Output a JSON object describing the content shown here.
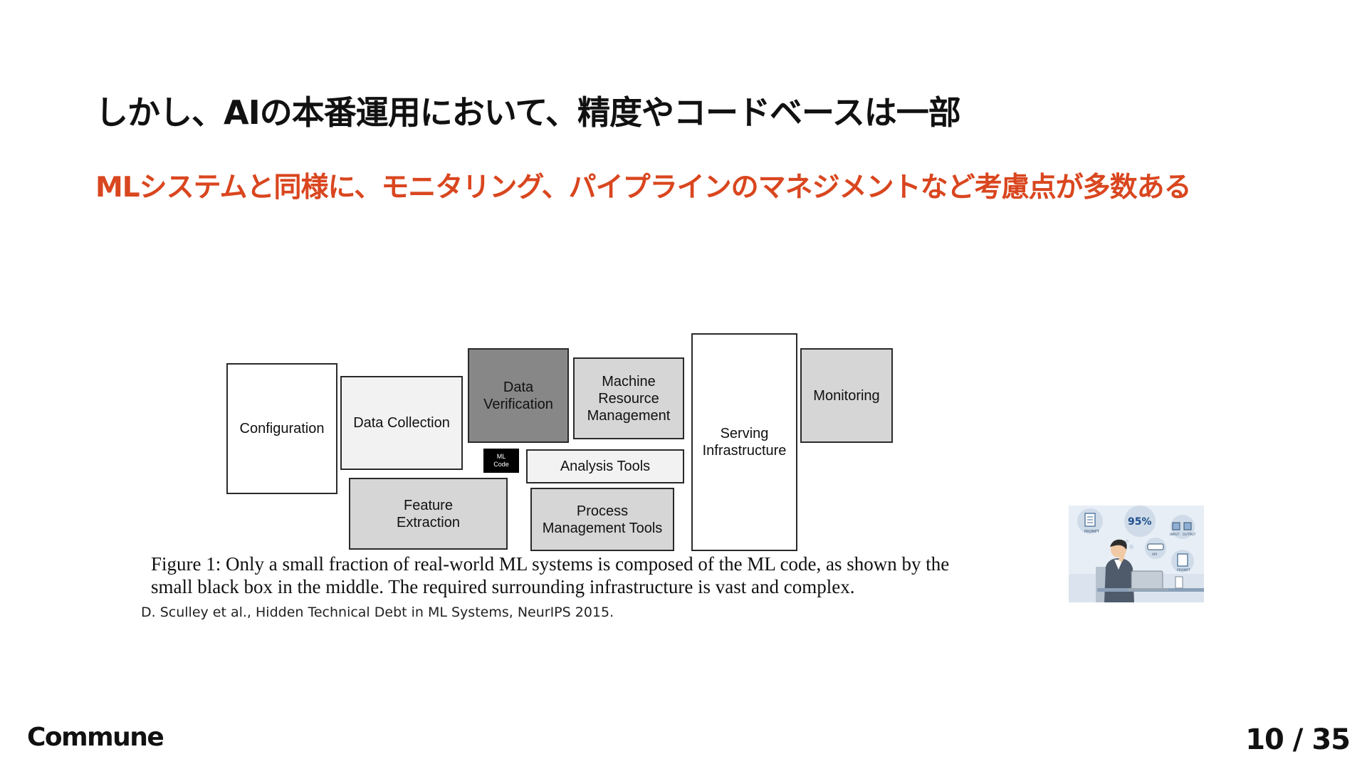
{
  "slide": {
    "title": "しかし、AIの本番運用において、精度やコードベースは一部",
    "subtitle": "MLシステムと同様に、モニタリング、パイプラインのマネジメントなど考慮点が多数ある",
    "subtitle_color": "#d9461f"
  },
  "figure": {
    "boxes": {
      "configuration": "Configuration",
      "data_collection": "Data Collection",
      "data_verification": "Data\nVerification",
      "machine_resource_management": "Machine\nResource\nManagement",
      "serving_infrastructure": "Serving\nInfrastructure",
      "monitoring": "Monitoring",
      "ml_code": "ML\nCode",
      "analysis_tools": "Analysis Tools",
      "feature_extraction": "Feature\nExtraction",
      "process_management_tools": "Process\nManagement Tools"
    },
    "fill_colors": {
      "white": "#ffffff",
      "light_gray": "#f2f2f2",
      "mid_gray": "#d6d6d6",
      "dark_gray": "#878787",
      "black": "#000000"
    },
    "caption": "Figure 1: Only a small fraction of real-world ML systems is composed of the ML code, as shown by the small black box in the middle. The required surrounding infrastructure is vast and complex.",
    "citation": "D. Sculley et al., Hidden Technical Debt in ML Systems, NeurIPS 2015."
  },
  "illustration": {
    "badge_text": "95%",
    "labels": [
      "PROMPT",
      "INPUT",
      "OUTPUT",
      "API",
      "PROMPT"
    ]
  },
  "footer": {
    "logo": "Commune",
    "page_number": "10 / 35"
  }
}
